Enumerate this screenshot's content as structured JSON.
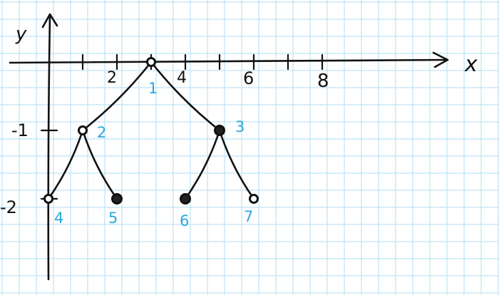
{
  "colors": {
    "grid": "#bfe3f5",
    "ink": "#111111",
    "label": "#29a8dd",
    "background": "#ffffff"
  },
  "axes": {
    "x_label": "x",
    "y_label": "y",
    "x_tick_labels": [
      "2",
      "4",
      "6",
      "8"
    ],
    "y_tick_labels": [
      "-1",
      "-2"
    ]
  },
  "tree": {
    "nodes": [
      {
        "id": "1",
        "label": "1",
        "x": 3,
        "y": 0,
        "filled": false
      },
      {
        "id": "2",
        "label": "2",
        "x": 1,
        "y": -1,
        "filled": false
      },
      {
        "id": "3",
        "label": "3",
        "x": 5,
        "y": -1,
        "filled": true
      },
      {
        "id": "4",
        "label": "4",
        "x": 0,
        "y": -2,
        "filled": false
      },
      {
        "id": "5",
        "label": "5",
        "x": 2,
        "y": -2,
        "filled": true
      },
      {
        "id": "6",
        "label": "6",
        "x": 4,
        "y": -2,
        "filled": true
      },
      {
        "id": "7",
        "label": "7",
        "x": 6,
        "y": -2,
        "filled": false
      }
    ],
    "edges": [
      [
        "1",
        "2"
      ],
      [
        "1",
        "3"
      ],
      [
        "2",
        "4"
      ],
      [
        "2",
        "5"
      ],
      [
        "3",
        "6"
      ],
      [
        "3",
        "7"
      ]
    ]
  }
}
